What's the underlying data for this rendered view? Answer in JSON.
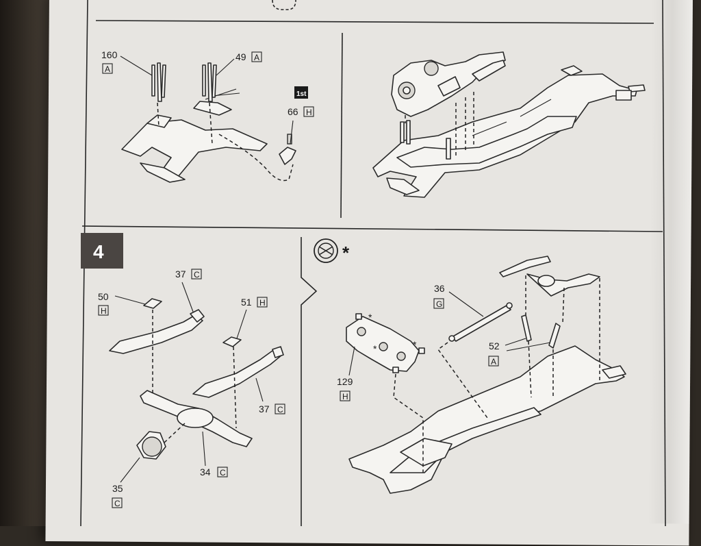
{
  "panel_top_left": {
    "callouts": [
      {
        "number": "160",
        "letter": "A"
      },
      {
        "number": "49",
        "letter": "A"
      },
      {
        "number": "66",
        "letter": "H"
      }
    ],
    "badge": "1st"
  },
  "step4": {
    "step_number": "4",
    "callouts": [
      {
        "number": "37",
        "letter": "C"
      },
      {
        "number": "50",
        "letter": "H"
      },
      {
        "number": "51",
        "letter": "H"
      },
      {
        "number": "37",
        "letter": "C"
      },
      {
        "number": "34",
        "letter": "C"
      },
      {
        "number": "35",
        "letter": "C"
      }
    ]
  },
  "panel_bottom_right": {
    "glue_marker": "*",
    "callouts": [
      {
        "number": "36",
        "letter": "G"
      },
      {
        "number": "52",
        "letter": "A"
      },
      {
        "number": "129",
        "letter": "H"
      }
    ],
    "asterisks": [
      "*",
      "*",
      "*"
    ]
  }
}
